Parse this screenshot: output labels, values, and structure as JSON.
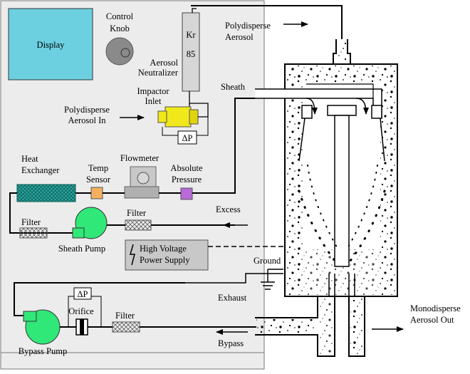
{
  "colors": {
    "panel": "#ececec",
    "display": "#6cd0e0",
    "impactor": "#f0e81a",
    "heat_exchanger": "#2aa8a0",
    "temp_sensor": "#f4b060",
    "absolute_pressure": "#b86ad8",
    "pump": "#30e878",
    "hv_box": "#c8c8c8",
    "flowmeter": "#c8c8c8"
  },
  "labels": {
    "display": "Display",
    "control_knob": [
      "Control",
      "Knob"
    ],
    "kr85": [
      "Kr",
      "85"
    ],
    "neutralizer": [
      "Aerosol",
      "Neutralizer"
    ],
    "impactor_inlet": [
      "Impactor",
      "Inlet"
    ],
    "polydisperse_in": [
      "Polydisperse",
      "Aerosol In"
    ],
    "delta_p": "ΔP",
    "heat_exchanger": [
      "Heat",
      "Exchanger"
    ],
    "temp_sensor": [
      "Temp",
      "Sensor"
    ],
    "flowmeter": "Flowmeter",
    "absolute_pressure": [
      "Absolute",
      "Pressure"
    ],
    "filter": "Filter",
    "sheath_pump": "Sheath Pump",
    "high_voltage": [
      "High Voltage",
      "Power Supply"
    ],
    "orifice": "Orifice",
    "bypass_pump": "Bypass Pump",
    "polydisperse_top": [
      "Polydisperse",
      "Aerosol"
    ],
    "sheath": "Sheath",
    "excess": "Excess",
    "ground": "Ground",
    "exhaust": "Exhaust",
    "bypass": "Bypass",
    "monodisperse_out": [
      "Monodisperse",
      "Aerosol Out"
    ]
  }
}
